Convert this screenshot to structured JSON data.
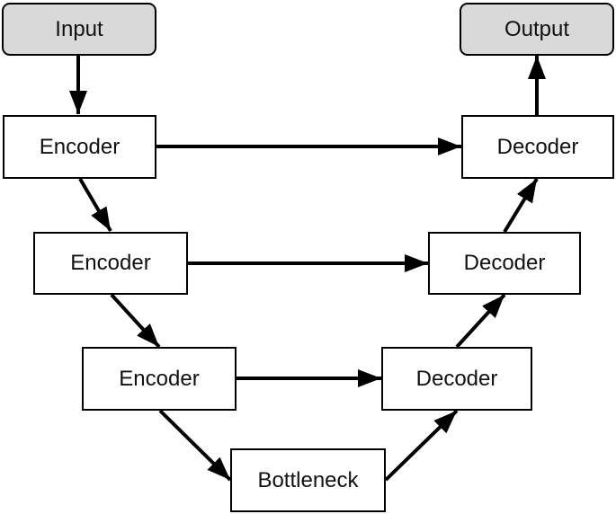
{
  "nodes": {
    "input": {
      "label": "Input"
    },
    "output": {
      "label": "Output"
    },
    "encoder1": {
      "label": "Encoder"
    },
    "encoder2": {
      "label": "Encoder"
    },
    "encoder3": {
      "label": "Encoder"
    },
    "bottleneck": {
      "label": "Bottleneck"
    },
    "decoder3": {
      "label": "Decoder"
    },
    "decoder2": {
      "label": "Decoder"
    },
    "decoder1": {
      "label": "Decoder"
    }
  },
  "edges": [
    {
      "from": "input",
      "to": "encoder1"
    },
    {
      "from": "encoder1",
      "to": "encoder2"
    },
    {
      "from": "encoder2",
      "to": "encoder3"
    },
    {
      "from": "encoder3",
      "to": "bottleneck"
    },
    {
      "from": "bottleneck",
      "to": "decoder3"
    },
    {
      "from": "decoder3",
      "to": "decoder2"
    },
    {
      "from": "decoder2",
      "to": "decoder1"
    },
    {
      "from": "decoder1",
      "to": "output"
    },
    {
      "from": "encoder1",
      "to": "decoder1"
    },
    {
      "from": "encoder2",
      "to": "decoder2"
    },
    {
      "from": "encoder3",
      "to": "decoder3"
    }
  ],
  "colors": {
    "io_fill": "#d9d9d9",
    "box_fill": "#ffffff",
    "stroke": "#000000"
  }
}
